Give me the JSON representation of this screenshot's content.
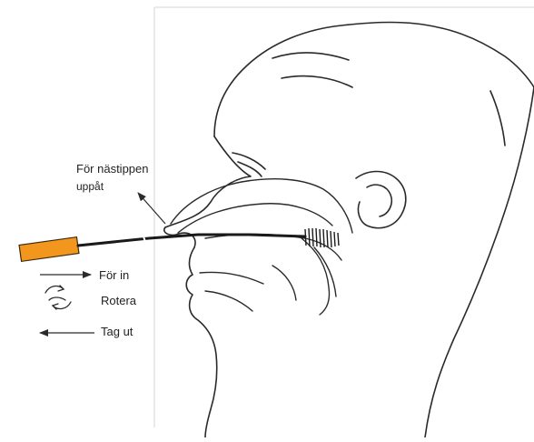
{
  "labels": {
    "nose_tip_line1": "För nästippen",
    "nose_tip_line2": "uppåt",
    "push_in": "För in",
    "rotate": "Rotera",
    "pull_out": "Tag ut"
  },
  "colors": {
    "line": "#2a2a2a",
    "swab_handle": "#f2961e",
    "background": "#ffffff"
  },
  "icons": {
    "push_in": "arrow-right-icon",
    "rotate": "rotate-arrows-icon",
    "pull_out": "arrow-left-icon"
  }
}
